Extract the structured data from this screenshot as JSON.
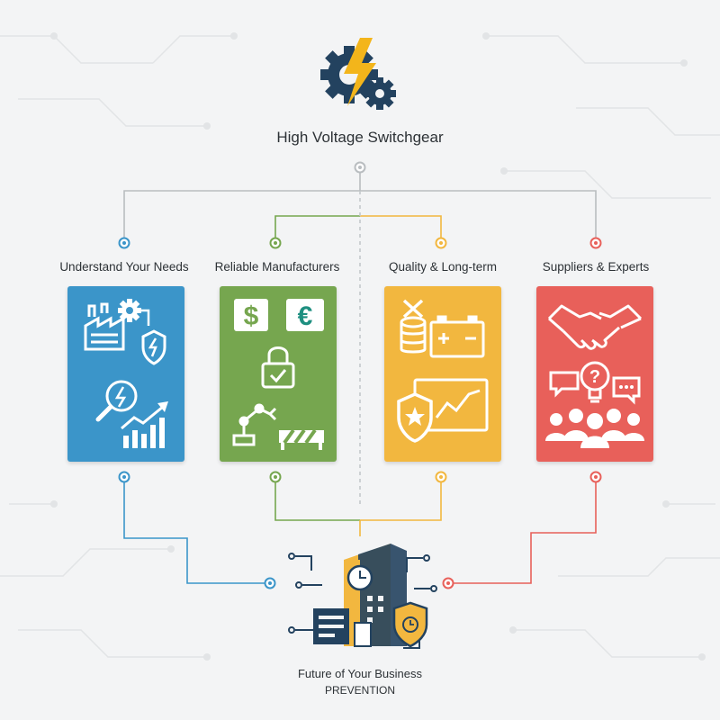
{
  "title": "High Voltage Switchgear",
  "colors": {
    "blue": "#3b95c9",
    "green": "#76a64f",
    "yellow": "#f2b73f",
    "red": "#e8605a",
    "navy": "#23425f",
    "bolt": "#f3b51b",
    "line": "#b9bdc0"
  },
  "cards": [
    {
      "label": "Understand Your Needs",
      "icons": [
        "factory-icon",
        "gear-icon",
        "shield-bolt-icon",
        "magnifier-bolt-icon",
        "growth-chart-icon"
      ]
    },
    {
      "label": "Reliable Manufacturers",
      "icons": [
        "dollar-icon",
        "euro-icon",
        "padlock-icon",
        "robot-arm-icon",
        "barrier-icon"
      ]
    },
    {
      "label": "Quality & Long-term",
      "icons": [
        "coins-icon",
        "battery-icon",
        "star-shield-icon",
        "trend-chart-icon"
      ]
    },
    {
      "label": "Suppliers & Experts",
      "icons": [
        "handshake-icon",
        "lightbulb-question-icon",
        "speech-bubbles-icon",
        "people-group-icon"
      ]
    }
  ],
  "bottom": {
    "caption": "Future of Your Business",
    "subcaption": "PREVENTION"
  }
}
